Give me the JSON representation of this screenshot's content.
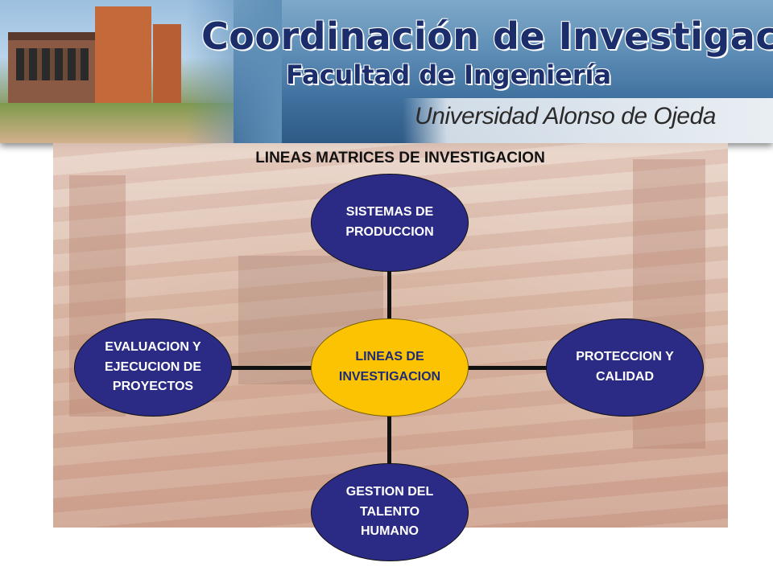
{
  "header": {
    "title": "Coordinación de Investigación",
    "subtitle": "Facultad de Ingeniería",
    "university": "Universidad Alonso de Ojeda"
  },
  "diagram": {
    "title": "LINEAS MATRICES DE INVESTIGACION",
    "center": "LINEAS DE\nINVESTIGACION",
    "top": "SISTEMAS DE\nPRODUCCION",
    "right": "PROTECCION Y\nCALIDAD",
    "bottom": "GESTION DEL\nTALENTO\nHUMANO",
    "left": "EVALUACION Y\nEJECUCION DE\nPROYECTOS"
  },
  "colors": {
    "outer_node": "#2b2b86",
    "center_node": "#fbc302",
    "center_text": "#1e2a7a"
  }
}
